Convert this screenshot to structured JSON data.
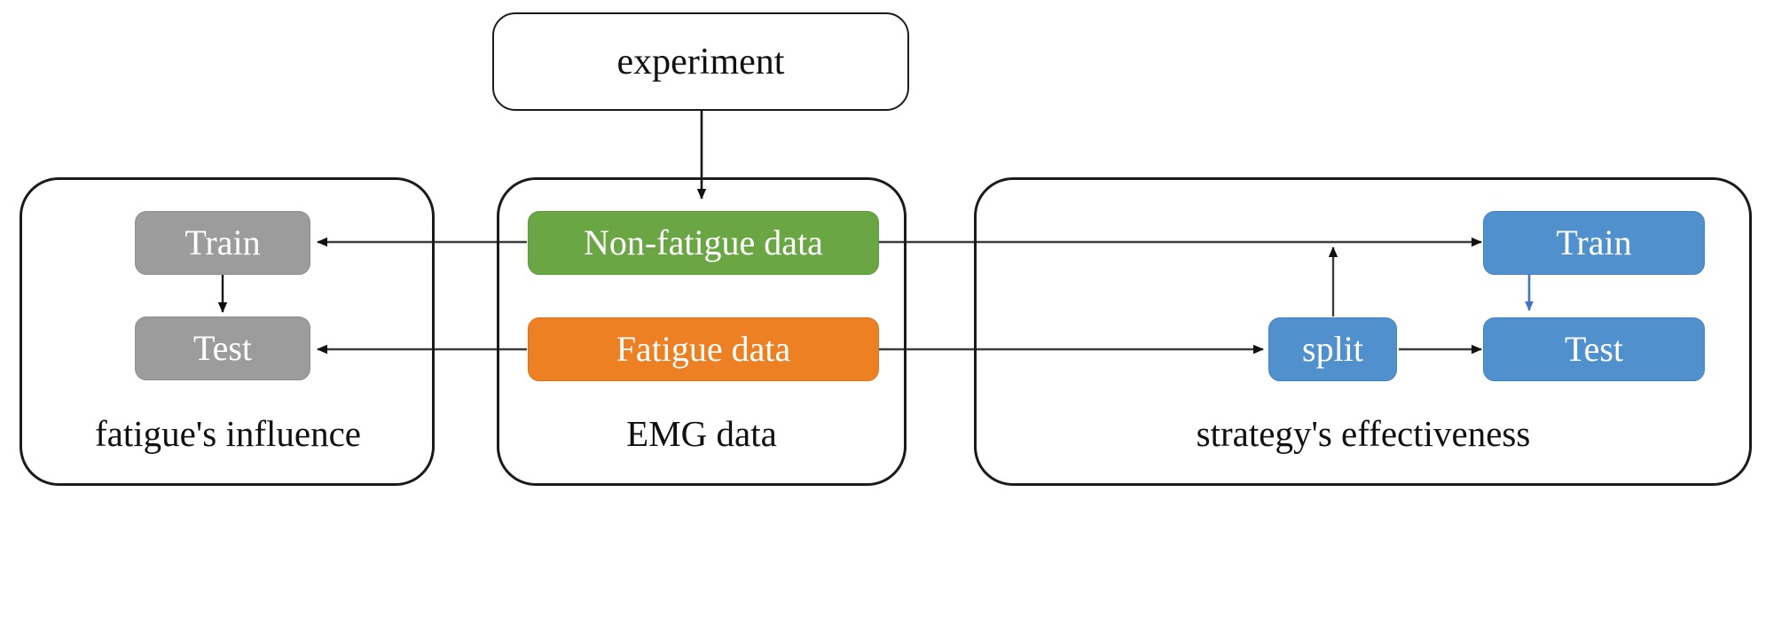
{
  "diagram": {
    "title_node": {
      "label": "experiment"
    },
    "panels": [
      {
        "id": "left",
        "label": "fatigue's influence"
      },
      {
        "id": "middle",
        "label": "EMG data"
      },
      {
        "id": "right",
        "label": "strategy's effectiveness"
      }
    ],
    "nodes": [
      {
        "id": "experiment",
        "label": "experiment",
        "color": "#ffffff",
        "text_color": "#101010"
      },
      {
        "id": "left-train",
        "label": "Train",
        "color": "#9c9c9c",
        "text_color": "#ffffff"
      },
      {
        "id": "left-test",
        "label": "Test",
        "color": "#9c9c9c",
        "text_color": "#ffffff"
      },
      {
        "id": "non-fatigue",
        "label": "Non-fatigue data",
        "color": "#6aa744",
        "text_color": "#ffffff"
      },
      {
        "id": "fatigue",
        "label": "Fatigue data",
        "color": "#ec8023",
        "text_color": "#ffffff"
      },
      {
        "id": "split",
        "label": "split",
        "color": "#4f90cd",
        "text_color": "#ffffff"
      },
      {
        "id": "right-train",
        "label": "Train",
        "color": "#4f90cd",
        "text_color": "#ffffff"
      },
      {
        "id": "right-test",
        "label": "Test",
        "color": "#4f90cd",
        "text_color": "#ffffff"
      }
    ],
    "edges": [
      {
        "from": "experiment",
        "to": "non-fatigue",
        "color": "#101010"
      },
      {
        "from": "non-fatigue",
        "to": "left-train",
        "color": "#3d3d3d"
      },
      {
        "from": "fatigue",
        "to": "left-test",
        "color": "#3d3d3d"
      },
      {
        "from": "left-train",
        "to": "left-test",
        "color": "#101010"
      },
      {
        "from": "non-fatigue",
        "to": "right-train",
        "color": "#3d3d3d"
      },
      {
        "from": "fatigue",
        "to": "split",
        "color": "#3d3d3d"
      },
      {
        "from": "split",
        "to": "non-fatigue-line",
        "color": "#101010"
      },
      {
        "from": "split",
        "to": "right-test",
        "color": "#3d3d3d"
      },
      {
        "from": "right-train",
        "to": "right-test",
        "color": "#4472c4"
      }
    ]
  }
}
